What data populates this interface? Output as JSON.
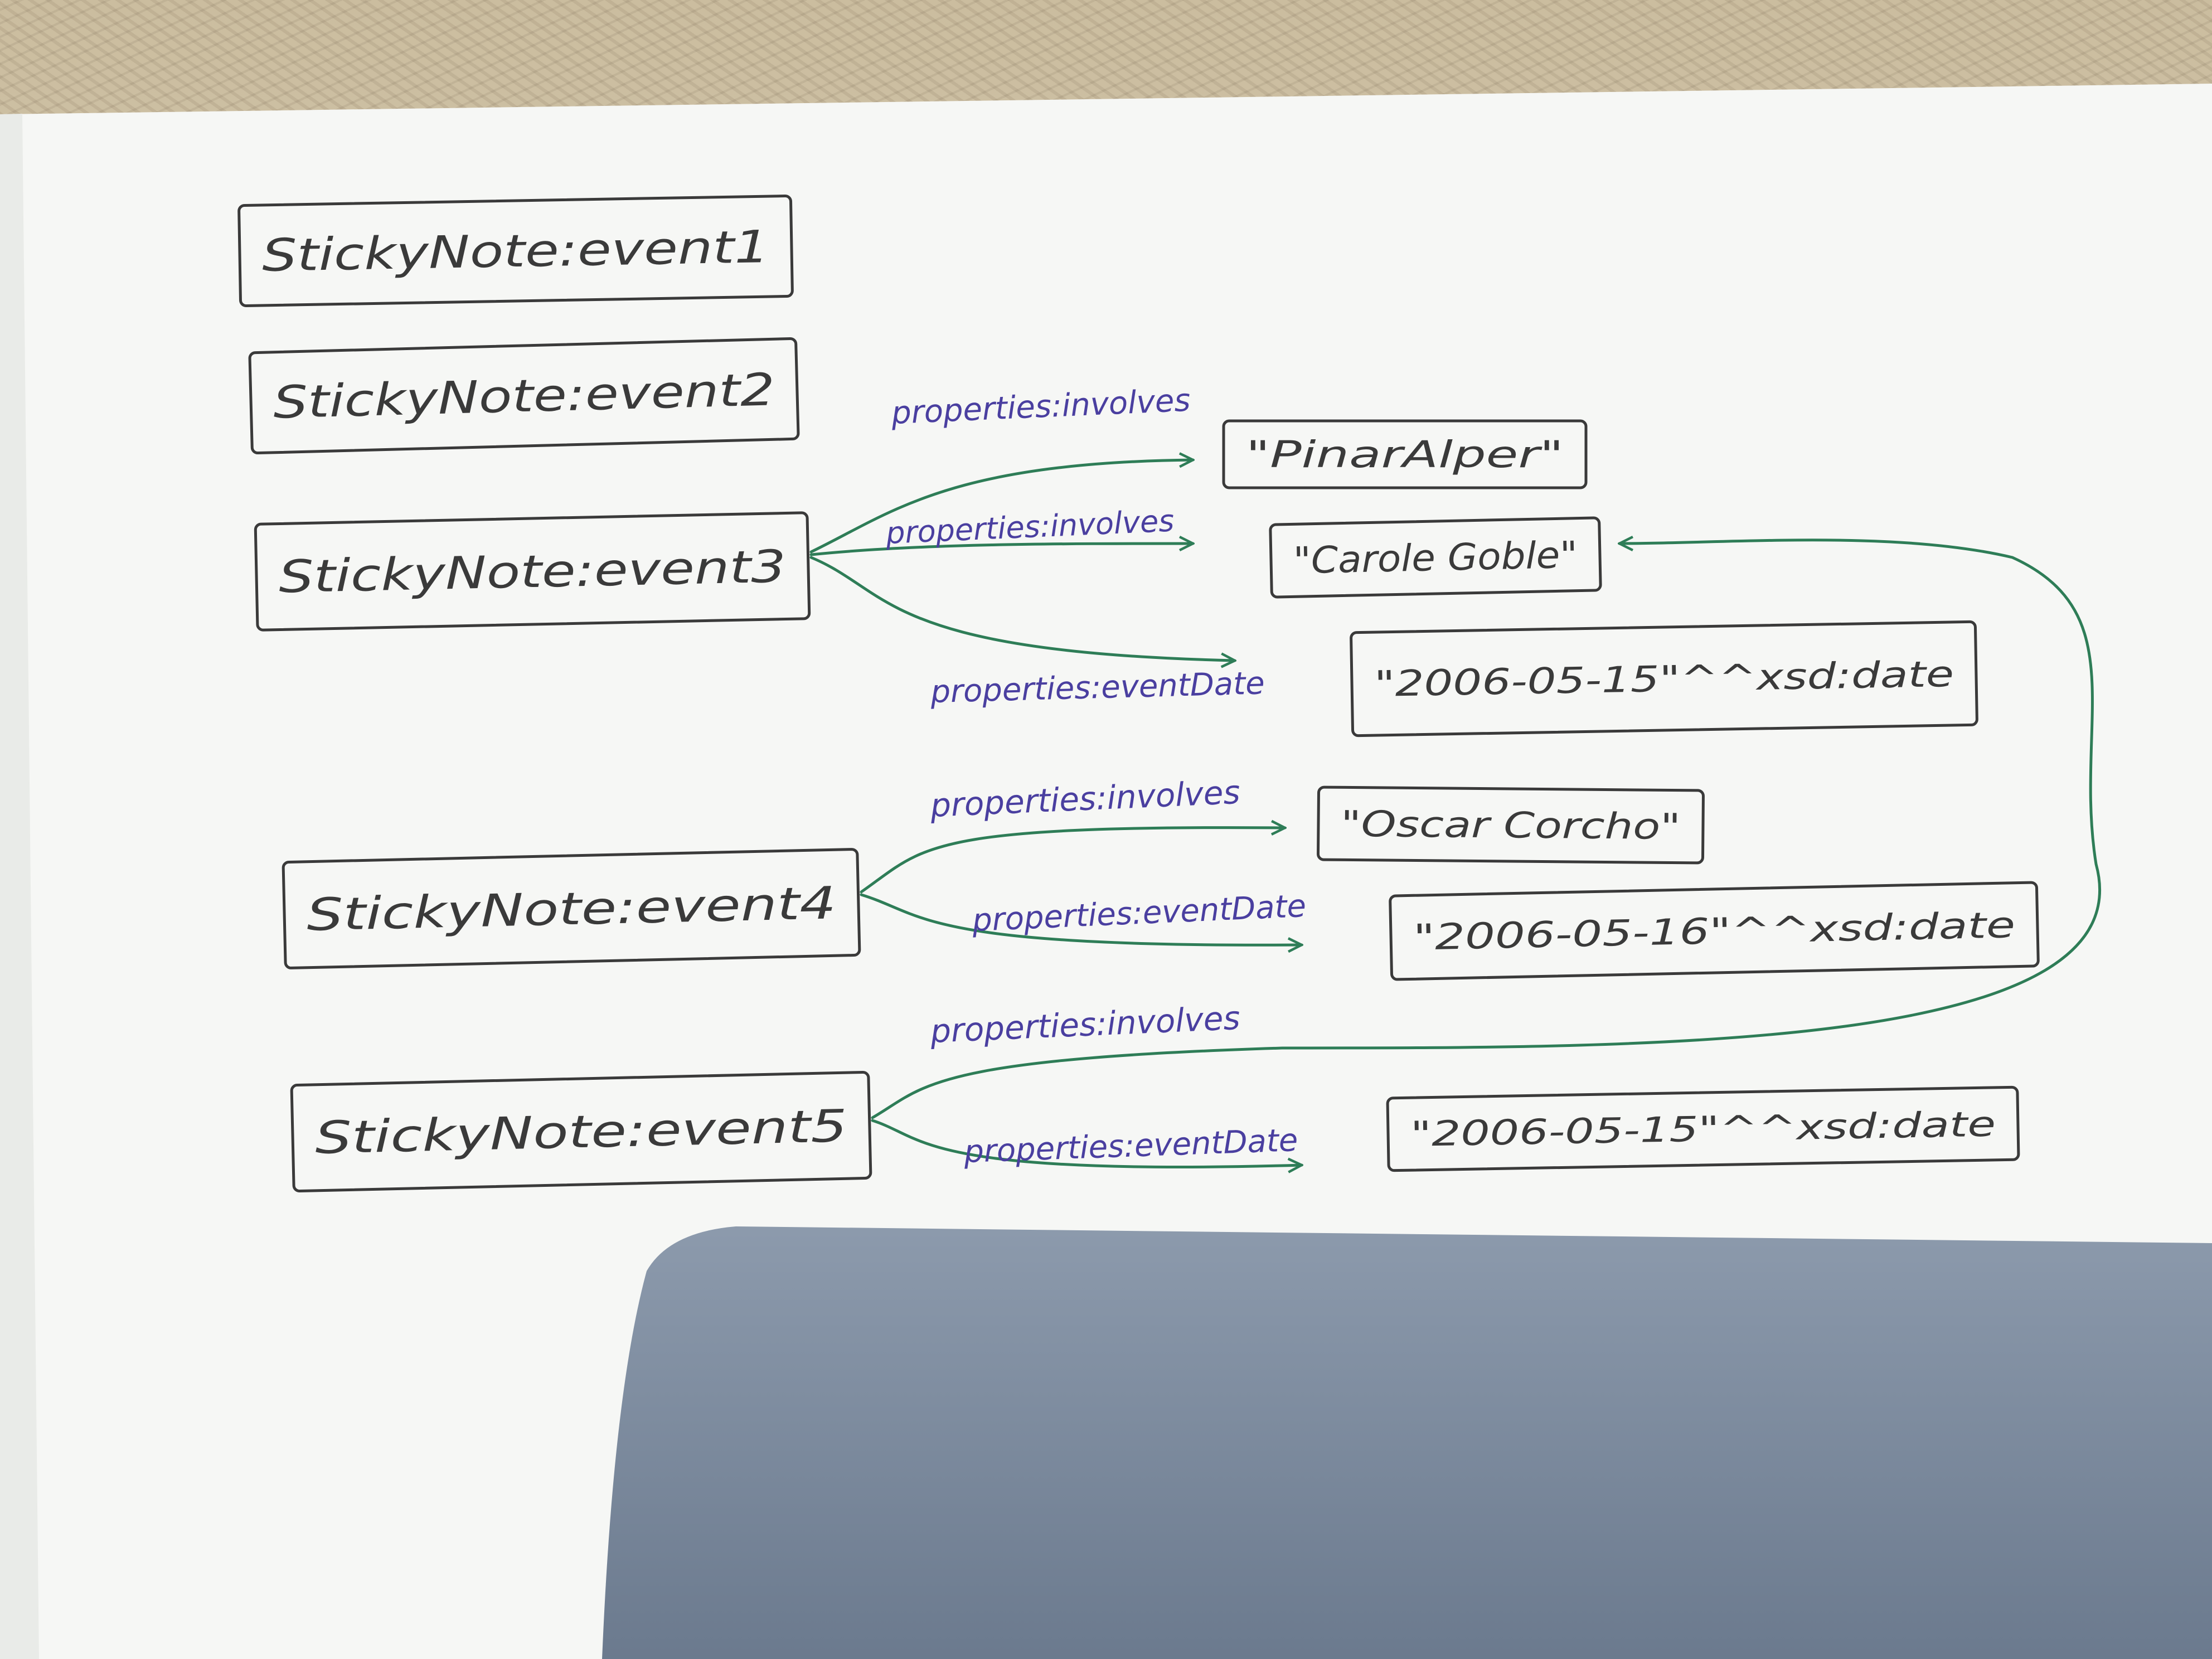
{
  "diagram": {
    "subjects": [
      {
        "id": "e1",
        "label": "StickyNote:event1"
      },
      {
        "id": "e2",
        "label": "StickyNote:event2"
      },
      {
        "id": "e3",
        "label": "StickyNote:event3"
      },
      {
        "id": "e4",
        "label": "StickyNote:event4"
      },
      {
        "id": "e5",
        "label": "StickyNote:event5"
      }
    ],
    "literals": [
      {
        "id": "pinar",
        "label": "\"PinarAlper\""
      },
      {
        "id": "carole",
        "label": "\"Carole Goble\""
      },
      {
        "id": "date3",
        "label": "\"2006-05-15\"^^xsd:date"
      },
      {
        "id": "oscar",
        "label": "\"Oscar Corcho\""
      },
      {
        "id": "date4",
        "label": "\"2006-05-16\"^^xsd:date"
      },
      {
        "id": "date5",
        "label": "\"2006-05-15\"^^xsd:date"
      }
    ],
    "edges": [
      {
        "id": "e3-pinar",
        "from": "e3",
        "to": "pinar",
        "label": "properties:involves"
      },
      {
        "id": "e3-carole",
        "from": "e3",
        "to": "carole",
        "label": "properties:involves"
      },
      {
        "id": "e3-date3",
        "from": "e3",
        "to": "date3",
        "label": "properties:eventDate"
      },
      {
        "id": "e4-oscar",
        "from": "e4",
        "to": "oscar",
        "label": "properties:involves"
      },
      {
        "id": "e4-date4",
        "from": "e4",
        "to": "date4",
        "label": "properties:eventDate"
      },
      {
        "id": "e5-carole",
        "from": "e5",
        "to": "carole",
        "label": "properties:involves"
      },
      {
        "id": "e5-date5",
        "from": "e5",
        "to": "date5",
        "label": "properties:eventDate"
      }
    ],
    "colors": {
      "paper": "#f6f7f5",
      "box_stroke": "#3a3a3a",
      "arrow": "#2e7d57",
      "edge_label": "#4a3fa0",
      "shadow": "#6f7f94"
    }
  }
}
